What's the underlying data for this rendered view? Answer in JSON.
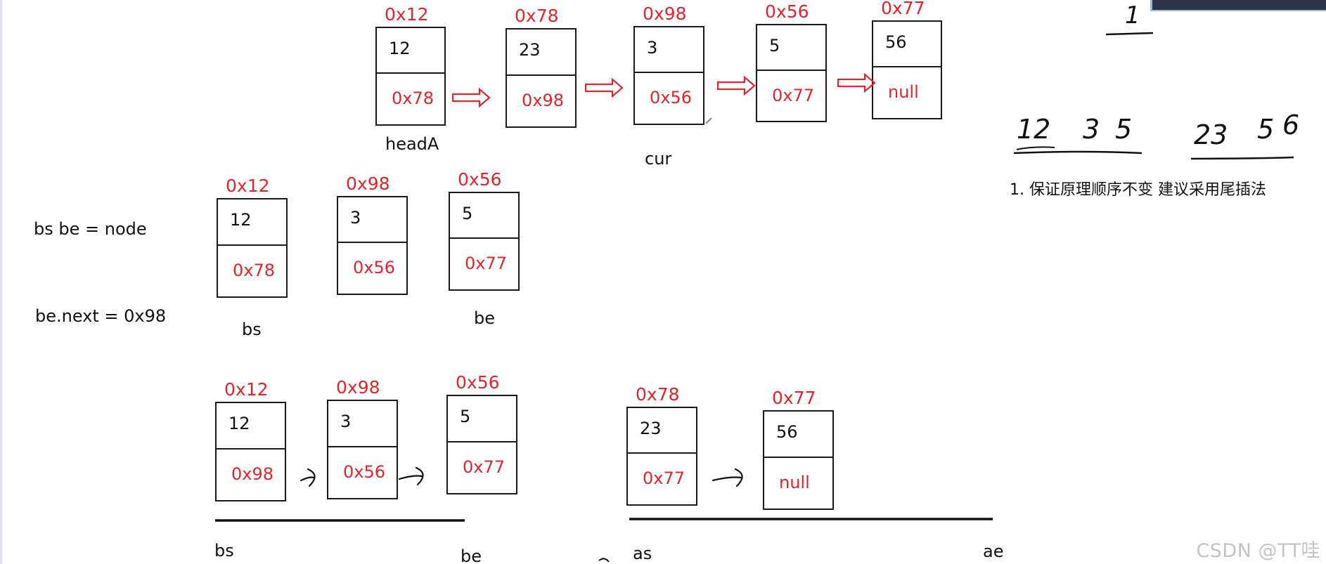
{
  "colors": {
    "ink": "#111111",
    "accent": "#e0262d",
    "box_border": "#1a1a1a",
    "watermark": "#c4c4c4"
  },
  "diagram": {
    "row1": [
      {
        "addr": "0x12",
        "val": "12",
        "next": "0x78"
      },
      {
        "addr": "0x78",
        "val": "23",
        "next": "0x98"
      },
      {
        "addr": "0x98",
        "val": "3",
        "next": "0x56"
      },
      {
        "addr": "0x56",
        "val": "5",
        "next": "0x77"
      },
      {
        "addr": "0x77",
        "val": "56",
        "next": "null"
      }
    ],
    "row1_labels": [
      "headA",
      "cur"
    ],
    "row2": [
      {
        "addr": "0x12",
        "val": "12",
        "next": "0x78"
      },
      {
        "addr": "0x98",
        "val": "3",
        "next": "0x56"
      },
      {
        "addr": "0x56",
        "val": "5",
        "next": "0x77"
      }
    ],
    "row2_labels": [
      "bs",
      "be"
    ],
    "row3_before": [
      {
        "addr": "0x12",
        "val": "12",
        "next": "0x98"
      },
      {
        "addr": "0x98",
        "val": "3",
        "next": "0x56"
      },
      {
        "addr": "0x56",
        "val": "5",
        "next": "0x77"
      }
    ],
    "row3_after": [
      {
        "addr": "0x78",
        "val": "23",
        "next": "0x77"
      },
      {
        "addr": "0x77",
        "val": "56",
        "next": "null"
      }
    ],
    "row3_labels": [
      "bs",
      "be",
      "as",
      "ae"
    ],
    "side_notes": [
      "bs be = node",
      "be.next = 0x98"
    ],
    "right_note": "1. 保证原理顺序不变 建议采用尾插法",
    "handwriting": [
      "1",
      "12",
      "3",
      "5",
      "23",
      "5",
      "6"
    ]
  },
  "watermark": "CSDN @TT哇"
}
